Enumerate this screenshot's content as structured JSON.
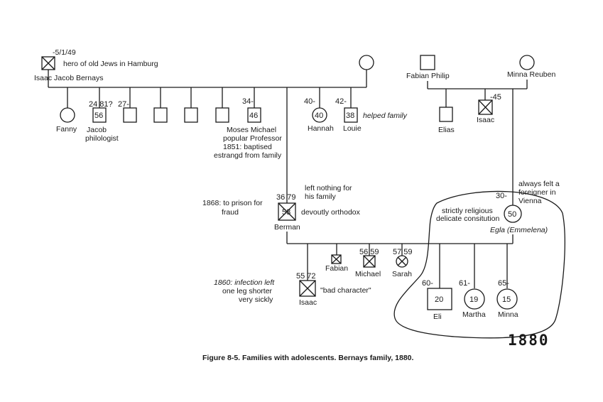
{
  "caption": "Figure 8-5. Families with adolescents. Bernays family, 1880.",
  "year_stamp": "1880",
  "people": {
    "isaac_jacob": {
      "name": "Isaac Jacob Bernays",
      "date": "-5/1/49",
      "note": "hero of old Jews in  Hamburg"
    },
    "fanny": {
      "name": "Fanny"
    },
    "jacob": {
      "name": "Jacob",
      "name2": "philologist",
      "ages": "24 81?",
      "age": "56"
    },
    "sib27": {
      "age_label": "27-"
    },
    "moses": {
      "age_label": "34-",
      "age": "46",
      "name": "Moses Michael",
      "note1": "popular Professor",
      "note2": "1851: baptised",
      "note3": "estrangd from family"
    },
    "hannah": {
      "age_label": "40-",
      "age": "40",
      "name": "Hannah"
    },
    "louie": {
      "age_label": "42-",
      "age": "38",
      "name": "Louie",
      "note": "helped family"
    },
    "fabian_philip": {
      "name": "Fabian Philip"
    },
    "minna_reuben": {
      "name": "Minna Reuben"
    },
    "elias": {
      "name": "Elias"
    },
    "isaac_b": {
      "name": "Isaac",
      "date": "-45"
    },
    "berman": {
      "name": "Berman",
      "ages": "36 79",
      "age": "53",
      "note_l1": "1868: to prison for",
      "note_l2": "fraud",
      "note_r1": "left nothing for",
      "note_r2": "his family",
      "note_r3": "devoutly orthodox"
    },
    "egla": {
      "name": "Egla (Emmelena)",
      "age_label": "30-",
      "age": "50",
      "note1": "always felt a",
      "note2": "foreigner in",
      "note3": "Vienna",
      "note4": "strictly religious",
      "note5": "delicate consitution"
    },
    "isaac_c": {
      "name": "Isaac",
      "ages": "55 72",
      "note_l1": "1860: infection left",
      "note_l2": "one leg shorter",
      "note_l3": "very sickly",
      "note_r": "\"bad character\""
    },
    "fabian": {
      "name": "Fabian"
    },
    "michael": {
      "name": "Michael",
      "ages": "56 59"
    },
    "sarah": {
      "name": "Sarah",
      "ages": "57 59"
    },
    "eli": {
      "name": "Eli",
      "age_label": "60-",
      "age": "20"
    },
    "martha": {
      "name": "Martha",
      "age_label": "61-",
      "age": "19"
    },
    "minna": {
      "name": "Minna",
      "age_label": "65-",
      "age": "15"
    }
  }
}
